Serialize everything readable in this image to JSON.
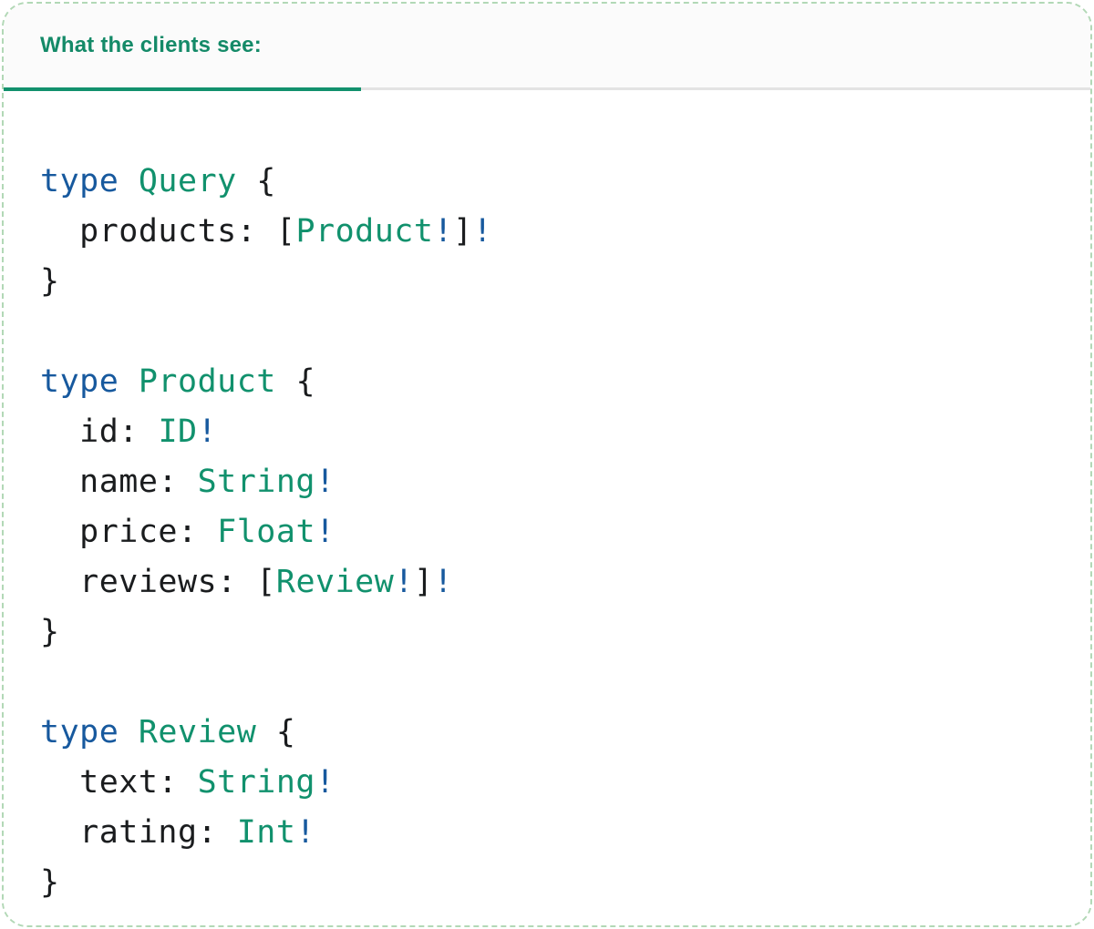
{
  "panel": {
    "tab_label": "What the clients see:"
  },
  "colors": {
    "tab_text": "#148a68",
    "active_tab_underline": "#12916d",
    "inactive_tab_line": "#e3e3e3",
    "tabbar_background": "#fbfbfb",
    "card_border": "#b2d8b6",
    "keyword_blue": "#17599e",
    "type_teal": "#11916d",
    "code_text": "#1a1c1e"
  },
  "code": {
    "language": "graphql-sdl",
    "lines": [
      {
        "tokens": [
          {
            "t": "type ",
            "c": "blue"
          },
          {
            "t": "Query ",
            "c": "teal"
          },
          {
            "t": "{",
            "c": "plain"
          }
        ]
      },
      {
        "tokens": [
          {
            "t": "  products: [",
            "c": "plain"
          },
          {
            "t": "Product",
            "c": "teal"
          },
          {
            "t": "!",
            "c": "blue"
          },
          {
            "t": "]",
            "c": "plain"
          },
          {
            "t": "!",
            "c": "blue"
          }
        ]
      },
      {
        "tokens": [
          {
            "t": "}",
            "c": "plain"
          }
        ]
      },
      {
        "tokens": []
      },
      {
        "tokens": [
          {
            "t": "type ",
            "c": "blue"
          },
          {
            "t": "Product ",
            "c": "teal"
          },
          {
            "t": "{",
            "c": "plain"
          }
        ]
      },
      {
        "tokens": [
          {
            "t": "  id: ",
            "c": "plain"
          },
          {
            "t": "ID",
            "c": "teal"
          },
          {
            "t": "!",
            "c": "blue"
          }
        ]
      },
      {
        "tokens": [
          {
            "t": "  name: ",
            "c": "plain"
          },
          {
            "t": "String",
            "c": "teal"
          },
          {
            "t": "!",
            "c": "blue"
          }
        ]
      },
      {
        "tokens": [
          {
            "t": "  price: ",
            "c": "plain"
          },
          {
            "t": "Float",
            "c": "teal"
          },
          {
            "t": "!",
            "c": "blue"
          }
        ]
      },
      {
        "tokens": [
          {
            "t": "  reviews: [",
            "c": "plain"
          },
          {
            "t": "Review",
            "c": "teal"
          },
          {
            "t": "!",
            "c": "blue"
          },
          {
            "t": "]",
            "c": "plain"
          },
          {
            "t": "!",
            "c": "blue"
          }
        ]
      },
      {
        "tokens": [
          {
            "t": "}",
            "c": "plain"
          }
        ]
      },
      {
        "tokens": []
      },
      {
        "tokens": [
          {
            "t": "type ",
            "c": "blue"
          },
          {
            "t": "Review ",
            "c": "teal"
          },
          {
            "t": "{",
            "c": "plain"
          }
        ]
      },
      {
        "tokens": [
          {
            "t": "  text: ",
            "c": "plain"
          },
          {
            "t": "String",
            "c": "teal"
          },
          {
            "t": "!",
            "c": "blue"
          }
        ]
      },
      {
        "tokens": [
          {
            "t": "  rating: ",
            "c": "plain"
          },
          {
            "t": "Int",
            "c": "teal"
          },
          {
            "t": "!",
            "c": "blue"
          }
        ]
      },
      {
        "tokens": [
          {
            "t": "}",
            "c": "plain"
          }
        ]
      }
    ]
  }
}
